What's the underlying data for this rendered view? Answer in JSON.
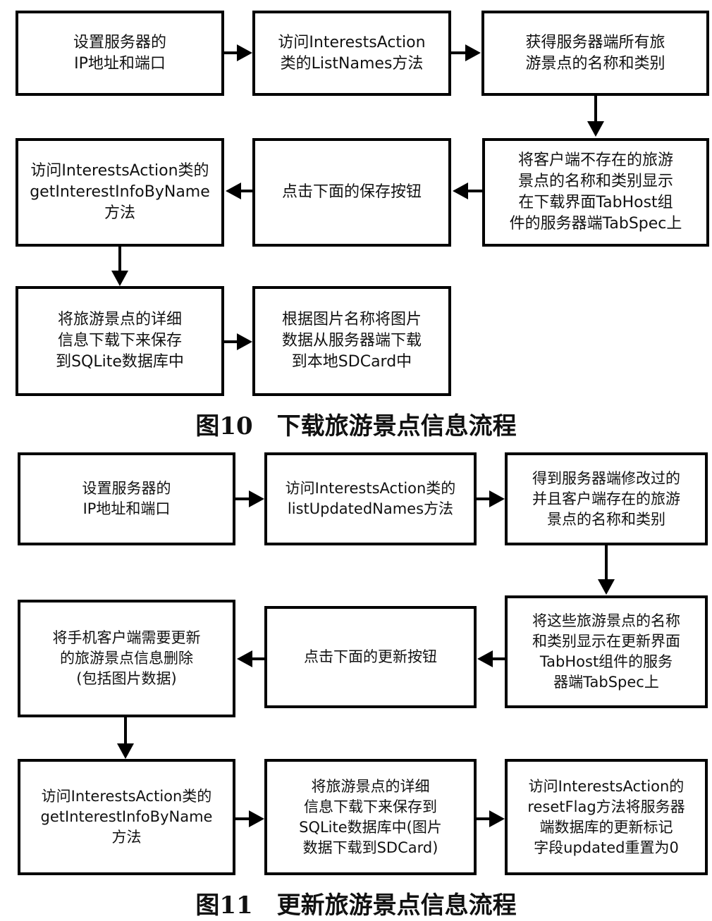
{
  "figure10": {
    "caption": "图10　下载旅游景点信息流程",
    "steps": [
      "设置服务器的\nIP地址和端口",
      "访问InterestsAction\n类的ListNames方法",
      "获得服务器端所有旅\n游景点的名称和类别",
      "将客户端不存在的旅游\n景点的名称和类别显示\n在下载界面TabHost组\n件的服务器端TabSpec上",
      "点击下面的保存按钮",
      "访问InterestsAction类的\ngetInterestInfoByName\n方法",
      "将旅游景点的详细\n信息下载下来保存\n到SQLite数据库中",
      "根据图片名称将图片\n数据从服务器端下载\n到本地SDCard中"
    ]
  },
  "figure11": {
    "caption": "图11　更新旅游景点信息流程",
    "steps": [
      "设置服务器的\nIP地址和端口",
      "访问InterestsAction类的\nlistUpdatedNames方法",
      "得到服务器端修改过的\n并且客户端存在的旅游\n景点的名称和类别",
      "将这些旅游景点的名称\n和类别显示在更新界面\nTabHost组件的服务\n器端TabSpec上",
      "点击下面的更新按钮",
      "将手机客户端需要更新\n的旅游景点信息删除\n(包括图片数据)",
      "访问InterestsAction类的\ngetInterestInfoByName\n方法",
      "将旅游景点的详细\n信息下载下来保存到\nSQLite数据库中(图片\n数据下载到SDCard)",
      "访问InterestsAction的\nresetFlag方法将服务器\n端数据库的更新标记\n字段updated重置为0"
    ]
  }
}
